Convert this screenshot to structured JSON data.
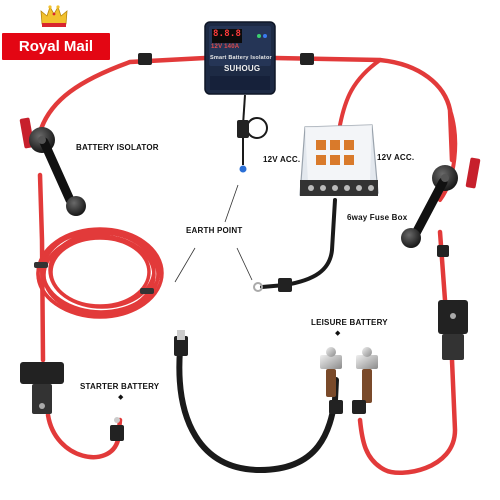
{
  "brand": {
    "logo_text": "Royal Mail",
    "logo_color": "#e30613"
  },
  "isolator": {
    "rating": "12V 140A",
    "display": "8.8.8",
    "title": "Smart Battery Isolator",
    "brand": "SUHOUG"
  },
  "labels": {
    "battery_isolator": "BATTERY ISOLATOR",
    "acc_left": "12V ACC.",
    "acc_right": "12V ACC.",
    "fuse_box": "6way Fuse Box",
    "earth_point": "EARTH POINT",
    "leisure_battery": "LEISURE BATTERY",
    "starter_battery": "STARTER BATTERY"
  },
  "colors": {
    "red_cable": "#e23a3a",
    "black_cable": "#1a1a1a",
    "isolator_body": "#1d2a44"
  }
}
